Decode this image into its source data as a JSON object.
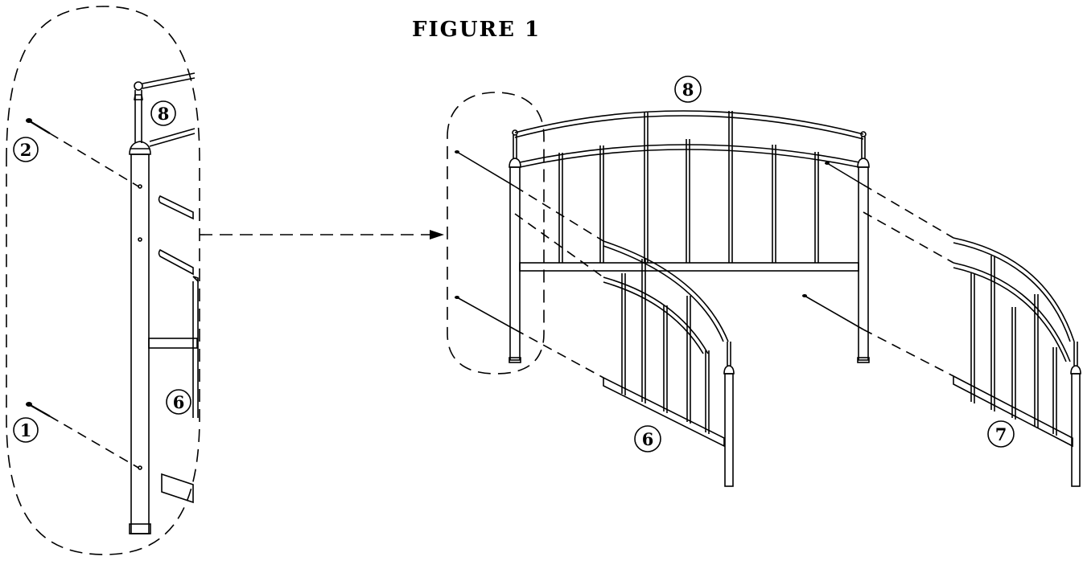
{
  "figure": {
    "title": "FIGURE 1"
  },
  "callouts": {
    "detail_screw_upper": "2",
    "detail_screw_lower": "1",
    "detail_part_top": "8",
    "detail_part_side": "6",
    "main_top_rail": "8",
    "main_left_side": "6",
    "main_right_side": "7"
  }
}
